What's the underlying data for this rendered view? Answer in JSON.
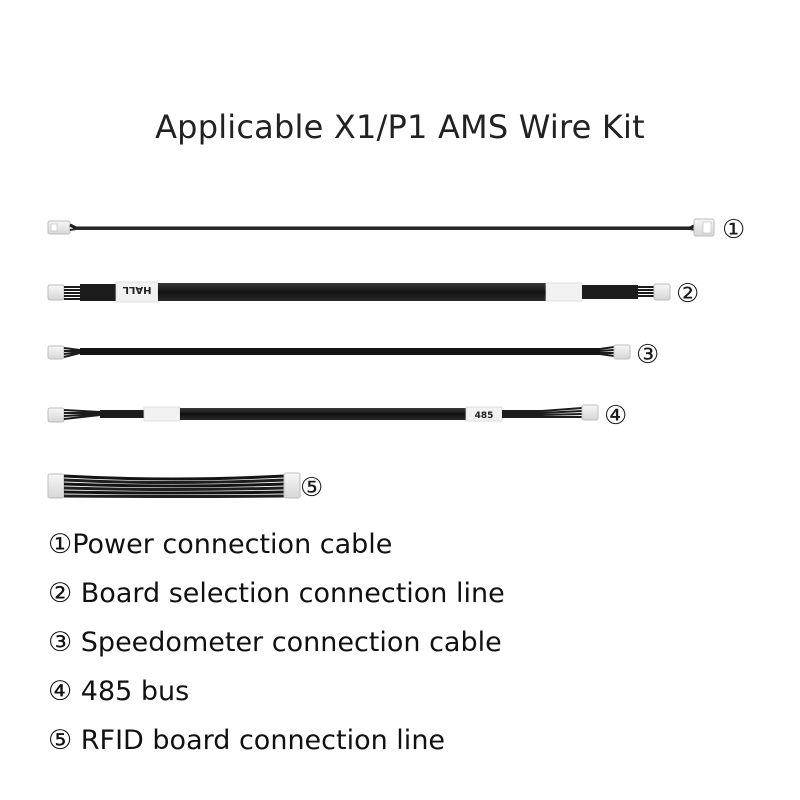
{
  "title": "Applicable X1/P1 AMS Wire Kit",
  "cables": [
    {
      "marker": "①"
    },
    {
      "marker": "②",
      "label": "HALL"
    },
    {
      "marker": "③"
    },
    {
      "marker": "④",
      "label": "485"
    },
    {
      "marker": "⑤"
    }
  ],
  "legend": [
    "①Power connection cable",
    "② Board selection connection line",
    "③ Speedometer connection cable",
    "④ 485 bus",
    "⑤ RFID board connection line"
  ],
  "colors": {
    "wire": "#1c1c1c",
    "connector": "#ebebeb",
    "label_tape": "#f2f2f2",
    "text": "#111111"
  }
}
